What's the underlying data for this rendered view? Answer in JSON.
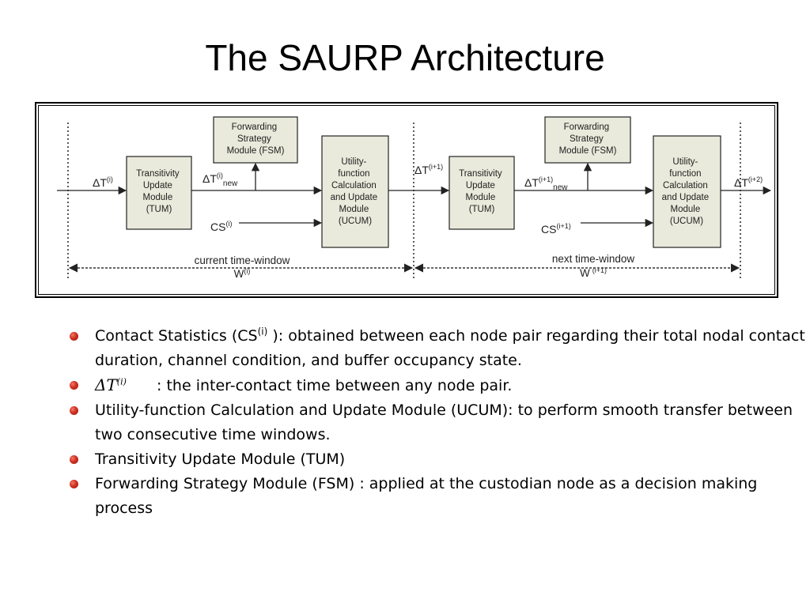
{
  "title": "The SAURP Architecture",
  "diagram": {
    "fsm_1": [
      "Forwarding",
      "Strategy",
      "Module (FSM)"
    ],
    "tum_1": [
      "Transitivity",
      "Update",
      "Module",
      "(TUM)"
    ],
    "ucum_1": [
      "Utility-",
      "function",
      "Calculation",
      "and Update",
      "Module",
      "(UCUM)"
    ],
    "fsm_2": [
      "Forwarding",
      "Strategy",
      "Module (FSM)"
    ],
    "tum_2": [
      "Transitivity",
      "Update",
      "Module",
      "(TUM)"
    ],
    "ucum_2": [
      "Utility-",
      "function",
      "Calculation",
      "and Update",
      "Module",
      "(UCUM)"
    ],
    "dt_i_base": "ΔT",
    "dt_i_sup": "(i)",
    "dt_new_base": "ΔT",
    "dt_new_sup": "(i)",
    "dt_new_sub": "new",
    "cs_i_base": "CS",
    "cs_i_sup": "(i)",
    "dt_i1_base": "ΔT",
    "dt_i1_sup": "(i+1)",
    "dt_i1_new_base": "ΔT",
    "dt_i1_new_sup": "(i+1)",
    "dt_i1_new_sub": "new",
    "cs_i1_base": "CS",
    "cs_i1_sup": "(i+1)",
    "dt_i2_base": "ΔT",
    "dt_i2_sup": "(i+2)",
    "window_current_label": "current time-window",
    "window_current_sym": "W",
    "window_current_sup": "(i)",
    "window_next_label": "next time-window",
    "window_next_sym": "W",
    "window_next_sup": "(i+1)"
  },
  "bullets": [
    {
      "text_before": "Contact Statistics (CS",
      "sup": "(i)",
      "text_after": " ): obtained between each node pair regarding their total nodal contact duration, channel condition, and buffer occupancy state."
    },
    {
      "math_base": "ΔT",
      "math_sup": "(i)",
      "text": " : the inter-contact time between any node pair."
    },
    {
      "text": "Utility-function Calculation and Update Module (UCUM): to perform smooth transfer between two consecutive time windows."
    },
    {
      "text": "Transitivity Update Module (TUM)"
    },
    {
      "text": "Forwarding Strategy Module (FSM) : applied at the custodian node as a decision making process"
    }
  ]
}
